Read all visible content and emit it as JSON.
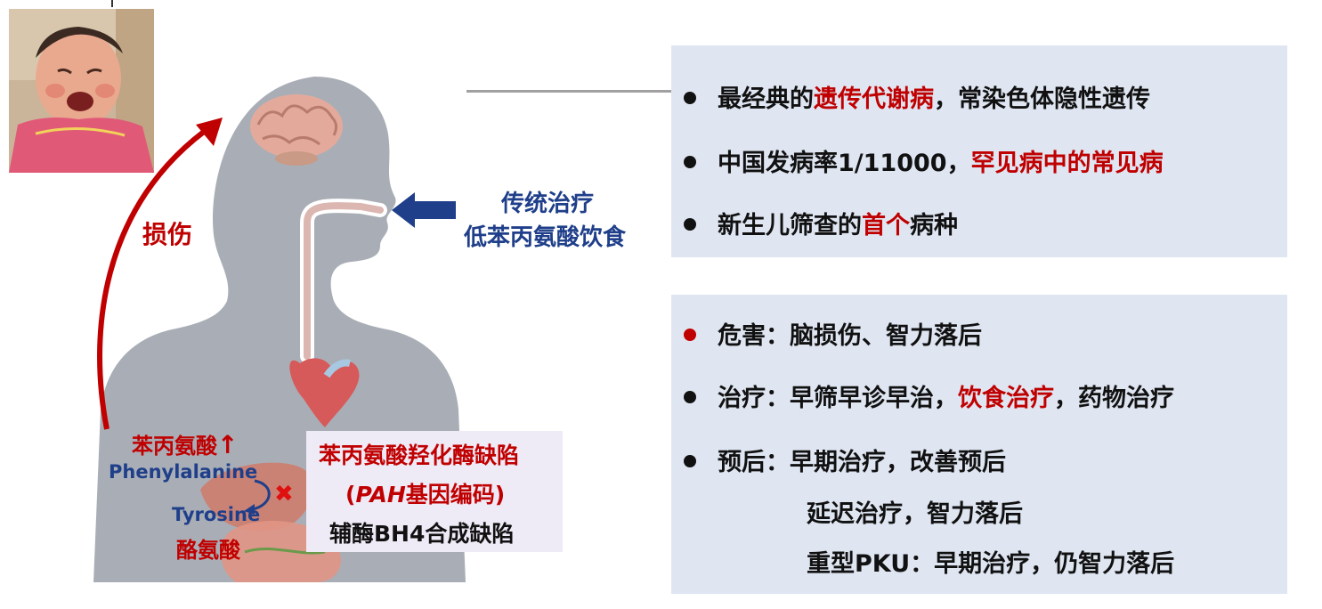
{
  "left": {
    "damage_label": "损伤",
    "treatment_label_1": "传统治疗",
    "treatment_label_2": "低苯丙氨酸饮食",
    "phe_cn": "苯丙氨酸",
    "phe_arrow": "↑",
    "phe_en": "Phenylalanine",
    "tyr_en": "Tyrosine",
    "tyr_cn": "酪氨酸",
    "block_mark": "✖",
    "defect_box": {
      "line1": "苯丙氨酸羟化酶缺陷",
      "line2_open": "(",
      "line2_gene": "PAH",
      "line2_rest": "基因编码)",
      "line3": "辅酶BH4合成缺陷"
    }
  },
  "panel_top": {
    "items": [
      {
        "pre": "最经典的",
        "hl": "遗传代谢病",
        "post": "，常染色体隐性遗传"
      },
      {
        "pre": "中国发病率1/11000，",
        "hl": "罕见病中的常见病",
        "post": ""
      },
      {
        "pre": "新生儿筛查的",
        "hl": "首个",
        "post": "病种"
      }
    ]
  },
  "panel_bottom": {
    "harm": "危害：脑损伤、智力落后",
    "treat": {
      "pre": "治疗：早筛早诊早治，",
      "hl": "饮食治疗",
      "post": "，药物治疗"
    },
    "prog_1": "预后：早期治疗，改善预后",
    "prog_2": "延迟治疗，智力落后",
    "prog_3": "重型PKU：早期治疗，仍智力落后"
  },
  "colors": {
    "red": "#c00000",
    "blue": "#1f3f8a",
    "panel": "#dfe6f2",
    "silhouette": "#a9aeb6"
  }
}
